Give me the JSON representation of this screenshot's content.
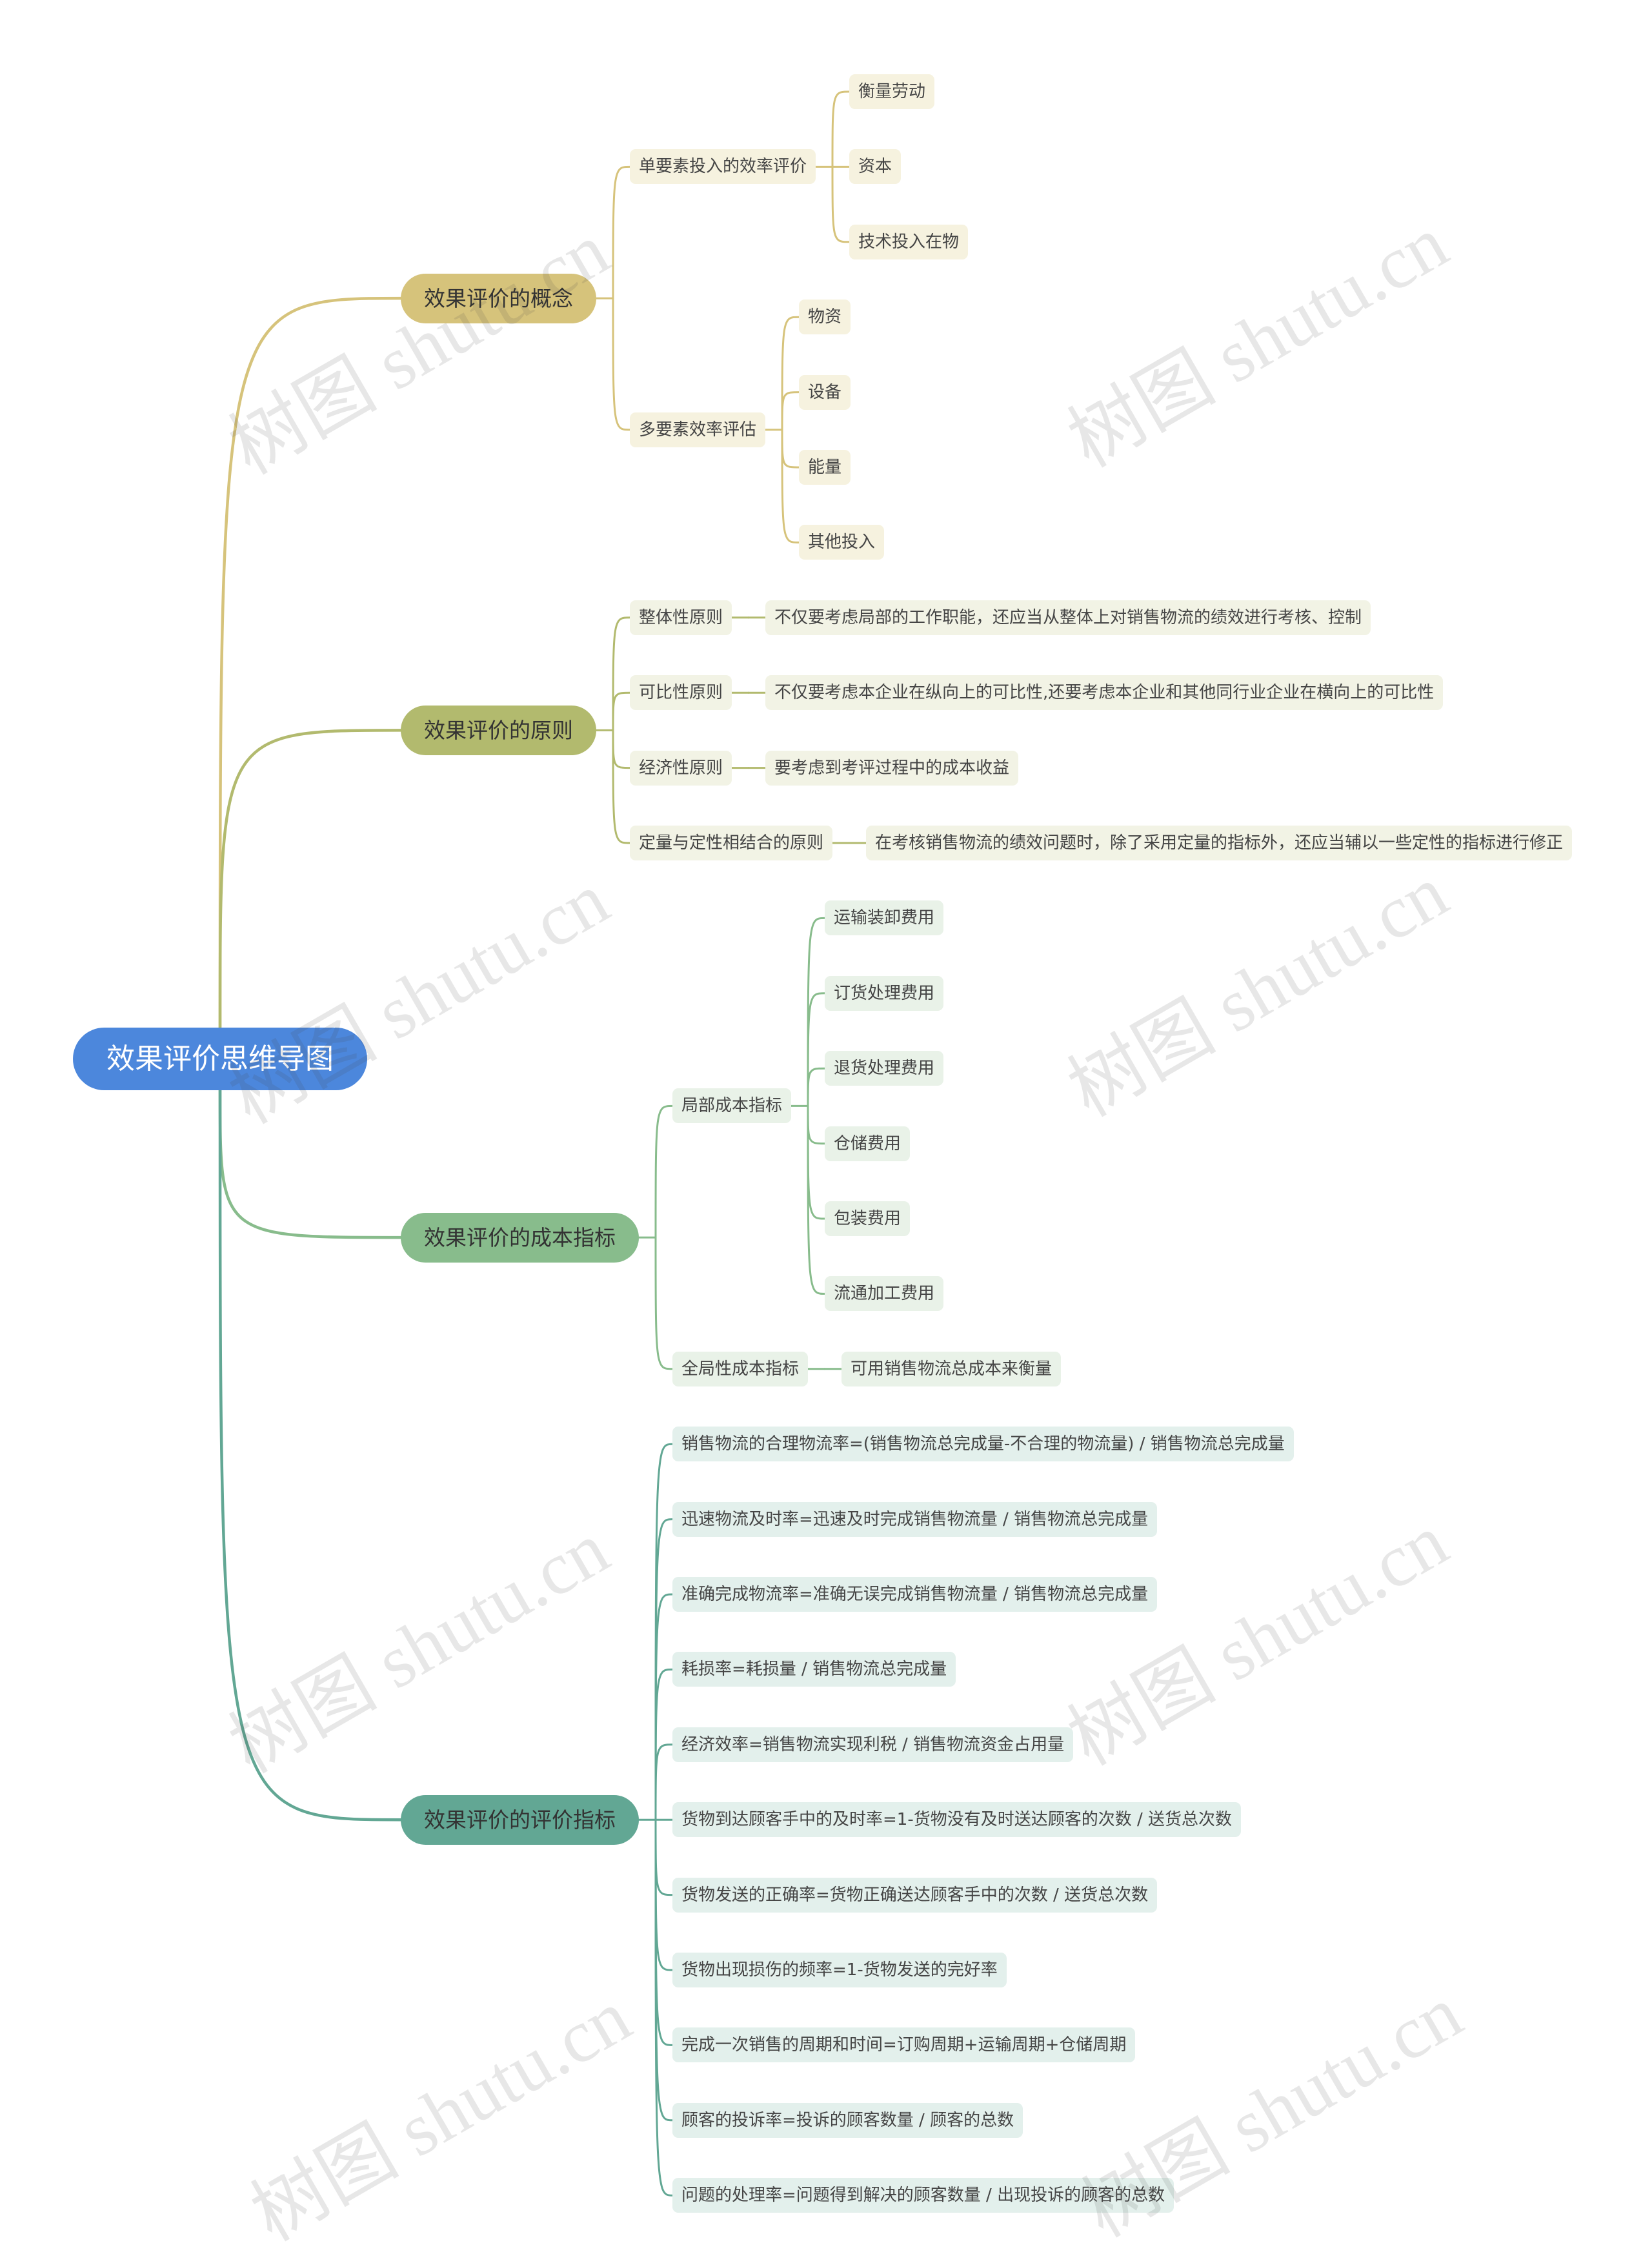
{
  "root": {
    "label": "效果评价思维导图",
    "color": "#4c87dc"
  },
  "branches": [
    {
      "label": "效果评价的概念",
      "color": "#d6c37b",
      "soft": "#f6f2df",
      "children": [
        {
          "label": "单要素投入的效率评价",
          "children": [
            "衡量劳动",
            "资本",
            "技术投入在物"
          ]
        },
        {
          "label": "多要素效率评估",
          "children": [
            "物资",
            "设备",
            "能量",
            "其他投入"
          ]
        }
      ]
    },
    {
      "label": "效果评价的原则",
      "color": "#b2ba6e",
      "soft": "#f2f3e5",
      "children": [
        {
          "label": "整体性原则",
          "children": [
            "不仅要考虑局部的工作职能，还应当从整体上对销售物流的绩效进行考核、控制"
          ]
        },
        {
          "label": "可比性原则",
          "children": [
            "不仅要考虑本企业在纵向上的可比性,还要考虑本企业和其他同行业企业在横向上的可比性"
          ]
        },
        {
          "label": "经济性原则",
          "children": [
            "要考虑到考评过程中的成本收益"
          ]
        },
        {
          "label": "定量与定性相结合的原则",
          "children": [
            "在考核销售物流的绩效问题时，除了采用定量的指标外，还应当辅以一些定性的指标进行修正"
          ]
        }
      ]
    },
    {
      "label": "效果评价的成本指标",
      "color": "#88bc8c",
      "soft": "#e9f2e8",
      "children": [
        {
          "label": "局部成本指标",
          "children": [
            "运输装卸费用",
            "订货处理费用",
            "退货处理费用",
            "仓储费用",
            "包装费用",
            "流通加工费用"
          ]
        },
        {
          "label": "全局性成本指标",
          "children": [
            "可用销售物流总成本来衡量"
          ]
        }
      ]
    },
    {
      "label": "效果评价的评价指标",
      "color": "#62a794",
      "soft": "#e3f0ec",
      "children": [
        {
          "label": "销售物流的合理物流率=(销售物流总完成量-不合理的物流量) / 销售物流总完成量"
        },
        {
          "label": "迅速物流及时率=迅速及时完成销售物流量 / 销售物流总完成量"
        },
        {
          "label": "准确完成物流率=准确无误完成销售物流量 / 销售物流总完成量"
        },
        {
          "label": "耗损率=耗损量 / 销售物流总完成量"
        },
        {
          "label": "经济效率=销售物流实现利税 / 销售物流资金占用量"
        },
        {
          "label": "货物到达顾客手中的及时率=1-货物没有及时送达顾客的次数 / 送货总次数"
        },
        {
          "label": "货物发送的正确率=货物正确送达顾客手中的次数 / 送货总次数"
        },
        {
          "label": "货物出现损伤的频率=1-货物发送的完好率"
        },
        {
          "label": "完成一次销售的周期和时间=订购周期+运输周期+仓储周期"
        },
        {
          "label": "顾客的投诉率=投诉的顾客数量 / 顾客的总数"
        },
        {
          "label": "问题的处理率=问题得到解决的顾客数量 / 出现投诉的顾客的总数"
        }
      ]
    }
  ],
  "watermark": "树图 shutu.cn"
}
